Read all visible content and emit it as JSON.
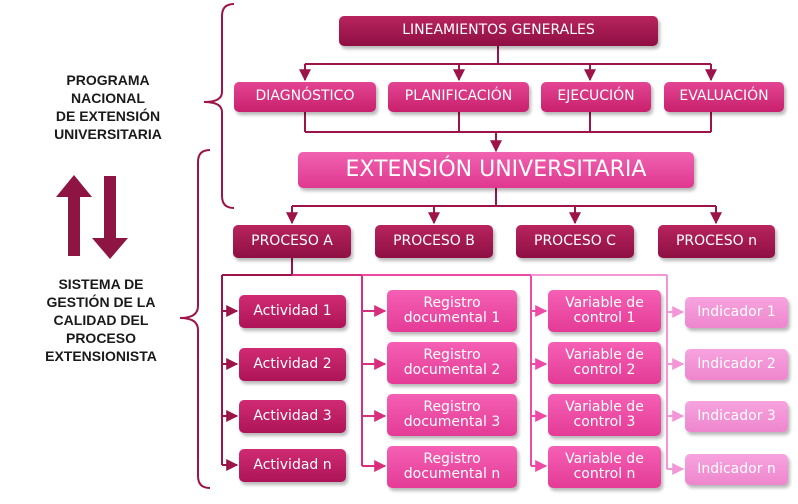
{
  "left": {
    "programa": [
      "PROGRAMA",
      "NACIONAL",
      "DE EXTENSIÓN",
      "UNIVERSITARIA"
    ],
    "sistema": [
      "SISTEMA DE",
      "GESTIÓN DE LA",
      "CALIDAD DEL",
      "PROCESO",
      "EXTENSIONISTA"
    ]
  },
  "lineamientos": "LINEAMIENTOS GENERALES",
  "fases": [
    "DIAGNÓSTICO",
    "PLANIFICACIÓN",
    "EJECUCIÓN",
    "EVALUACIÓN"
  ],
  "extension": "EXTENSIÓN UNIVERSITARIA",
  "procesos": [
    "PROCESO A",
    "PROCESO B",
    "PROCESO C",
    "PROCESO n"
  ],
  "actividades": [
    "Actividad 1",
    "Actividad 2",
    "Actividad 3",
    "Actividad n"
  ],
  "registros": [
    [
      "Registro",
      "documental 1"
    ],
    [
      "Registro",
      "documental  2"
    ],
    [
      "Registro",
      "documental  3"
    ],
    [
      "Registro",
      "documental  n"
    ]
  ],
  "variables": [
    [
      "Variable de",
      "control 1"
    ],
    [
      "Variable de",
      "control  2"
    ],
    [
      "Variable de",
      "control  3"
    ],
    [
      "Variable de",
      "control  n"
    ]
  ],
  "indicadores": [
    "Indicador 1",
    "Indicador 2",
    "Indicador 3",
    "Indicador n"
  ],
  "colors": {
    "dark": "#9c1449",
    "mid": "#d72f7d",
    "bright": "#ea4fa3",
    "hot": "#ef4aa6",
    "pale": "#f396d7",
    "arrow": "#8e1543"
  }
}
